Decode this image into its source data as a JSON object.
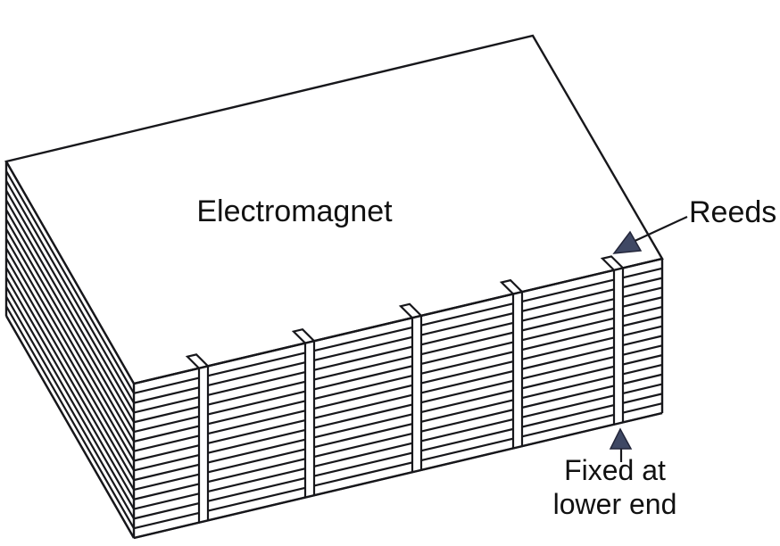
{
  "figure": {
    "description": "Laminated electromagnet with vibrating reeds diagram",
    "labels": {
      "electromagnet": "Electromagnet",
      "reeds": "Reeds",
      "fixed_line1": "Fixed at",
      "fixed_line2": "lower end"
    },
    "colors": {
      "line": "#17171b",
      "text": "#111111",
      "arrow_fill": "#3f4864",
      "arrow_stroke": "#23263a",
      "background": "#ffffff"
    },
    "diagram": {
      "lamination_intervals": 16,
      "reed_count": 5,
      "reed_x_positions": [
        223,
        342,
        462,
        575,
        688
      ],
      "reed_width": 10
    }
  }
}
